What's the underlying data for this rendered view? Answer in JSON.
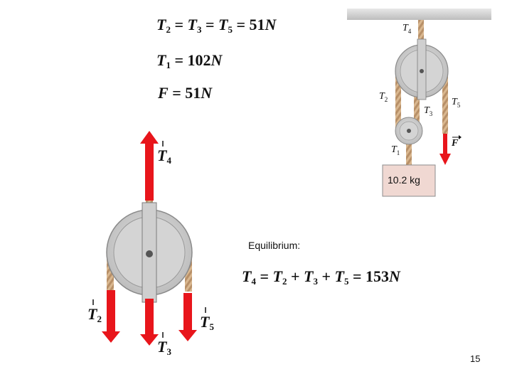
{
  "equations": {
    "eq1": {
      "lhs": "T",
      "sub1": "2",
      "sub2": "3",
      "sub3": "5",
      "value": "51",
      "unit": "N"
    },
    "eq2": {
      "sym": "T",
      "sub": "1",
      "value": "102",
      "unit": "N"
    },
    "eq3": {
      "sym": "F",
      "value": "51",
      "unit": "N"
    },
    "eq4": {
      "sym": "T",
      "sub4": "4",
      "sub2": "2",
      "sub3": "3",
      "sub5": "5",
      "value": "153",
      "unit": "N"
    }
  },
  "equilibrium_label": "Equilibrium:",
  "fbd_labels": {
    "t4": {
      "sym": "T",
      "sub": "4"
    },
    "t2": {
      "sym": "T",
      "sub": "2"
    },
    "t3": {
      "sym": "T",
      "sub": "3"
    },
    "t5": {
      "sym": "T",
      "sub": "5"
    }
  },
  "system_labels": {
    "t4": {
      "sym": "T",
      "sub": "4"
    },
    "t2": {
      "sym": "T",
      "sub": "2"
    },
    "t3": {
      "sym": "T",
      "sub": "3"
    },
    "t5": {
      "sym": "T",
      "sub": "5"
    },
    "t1": {
      "sym": "T",
      "sub": "1"
    },
    "f": "F",
    "mass": "10.2 kg"
  },
  "page_number": "15",
  "colors": {
    "arrow": "#e8151b",
    "rope": "#c9a47a",
    "pulley": "#c9c9c9",
    "ceiling": "#d0d0d0",
    "mass_box": "#f0d8d2"
  }
}
